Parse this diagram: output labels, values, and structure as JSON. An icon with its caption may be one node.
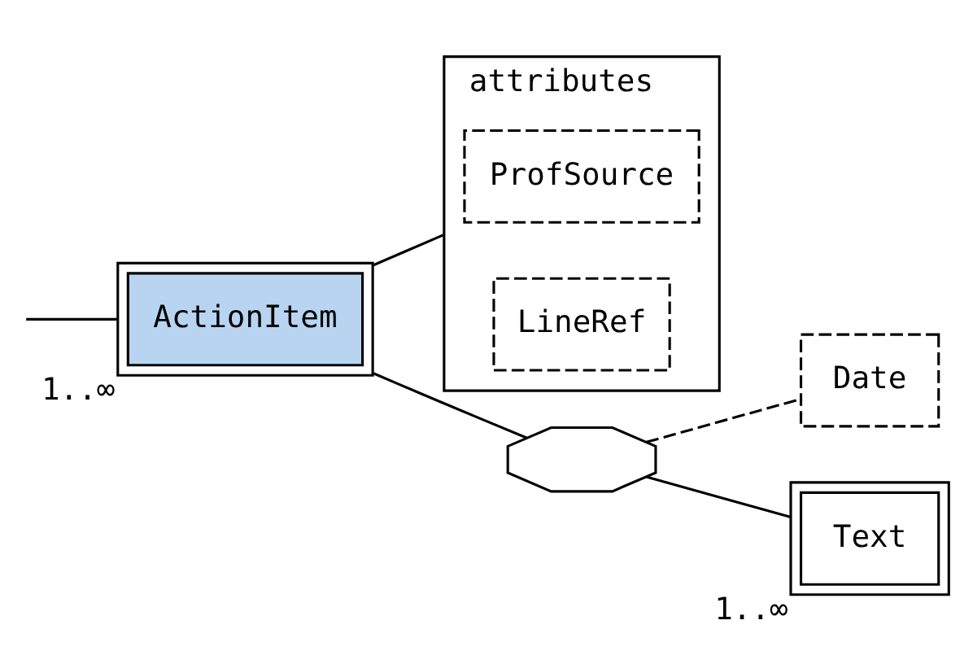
{
  "diagram": {
    "nodes": [
      {
        "text": [
          "ActionItem"
        ],
        "beside": [
          "1..∞"
        ]
      },
      {
        "text": [
          "attributes"
        ]
      },
      {
        "text": [
          "ProfSource"
        ],
        "in": 1
      },
      {
        "text": [
          "LineRef"
        ],
        "in": 1
      },
      {
        "text": [],
        "shape": "octagon"
      },
      {
        "text": [
          "Date"
        ]
      },
      {
        "text": [
          "Text"
        ],
        "beside": [
          "1..∞"
        ]
      }
    ],
    "edges": [
      {
        "from": null,
        "to": 0,
        "arrow": "none"
      },
      {
        "from": 0,
        "to": 1,
        "arrow": "none"
      },
      {
        "from": 0,
        "to": 4,
        "arrow": "none"
      },
      {
        "from": 4,
        "to": 5,
        "arrow": "none",
        "style": "dashed"
      },
      {
        "from": 4,
        "to": 6,
        "arrow": "none"
      }
    ]
  }
}
